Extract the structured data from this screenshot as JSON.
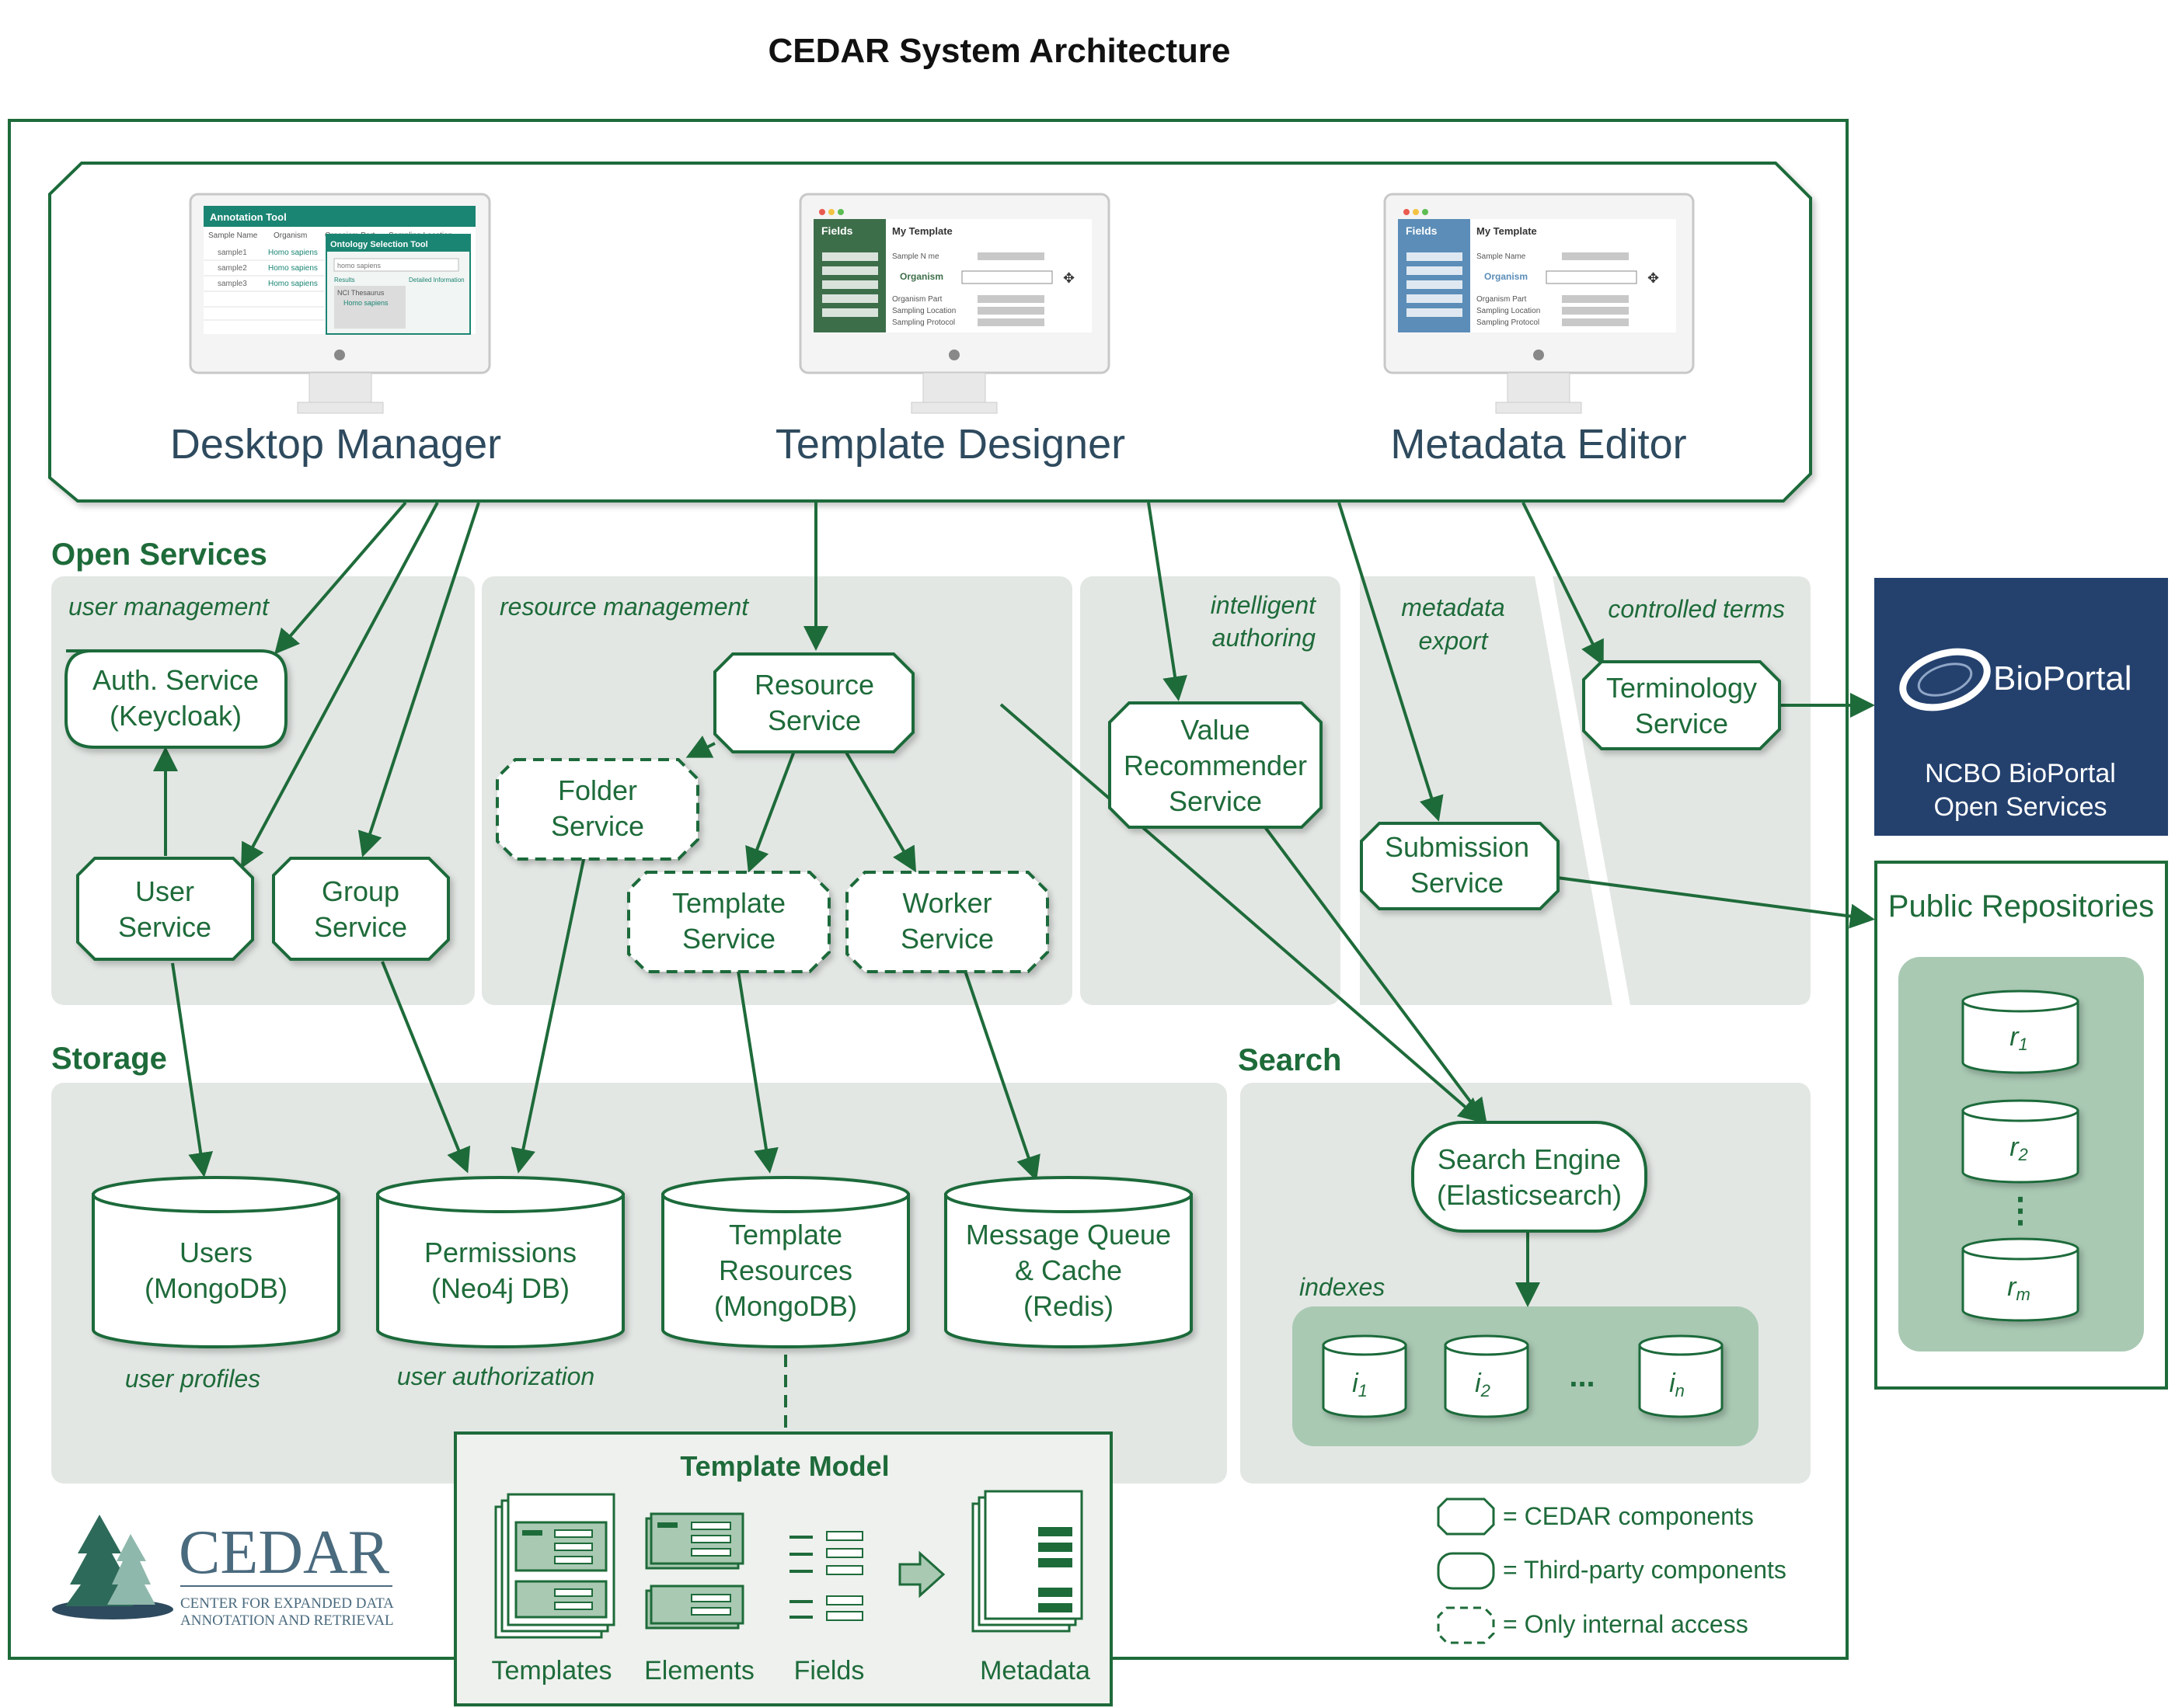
{
  "title": "CEDAR System Architecture",
  "clients": {
    "desktop_manager": "Desktop Manager",
    "template_designer": "Template Designer",
    "metadata_editor": "Metadata Editor"
  },
  "screens": {
    "annotation_tool": "Annotation Tool",
    "sample_name_col": "Sample Name",
    "organism_col": "Organism",
    "organism_part_col": "Organism Part",
    "sampling_location_col": "Sampling Location",
    "rows": [
      {
        "sample": "sample1",
        "organism": "Homo sapiens"
      },
      {
        "sample": "sample2",
        "organism": "Homo sapiens"
      },
      {
        "sample": "sample3",
        "organism": "Homo sapiens"
      }
    ],
    "ontology_tool": "Ontology Selection Tool",
    "search_text": "homo sapiens",
    "results": "Results",
    "detailed_info": "Detailed Information",
    "nci_thesaurus": "NCI Thesaurus",
    "homo_sapiens": "Homo sapiens",
    "fields": "Fields",
    "my_template": "My Template",
    "sample_name_designer": "Sample N  me",
    "sample_name": "Sample Name",
    "organism": "Organism",
    "organism_part": "Organism Part",
    "sampling_location": "Sampling Location",
    "sampling_protocol": "Sampling Protocol"
  },
  "sections": {
    "open_services": "Open Services",
    "storage": "Storage",
    "search": "Search"
  },
  "groups": {
    "user_management": "user management",
    "resource_management": "resource management",
    "intelligent_authoring_1": "intelligent",
    "intelligent_authoring_2": "authoring",
    "metadata_export_1": "metadata",
    "metadata_export_2": "export",
    "controlled_terms": "controlled terms"
  },
  "services": {
    "auth_1": "Auth. Service",
    "auth_2": "(Keycloak)",
    "user_1": "User",
    "user_2": "Service",
    "group_1": "Group",
    "group_2": "Service",
    "resource_1": "Resource",
    "resource_2": "Service",
    "folder_1": "Folder",
    "folder_2": "Service",
    "template_1": "Template",
    "template_2": "Service",
    "worker_1": "Worker",
    "worker_2": "Service",
    "value_1": "Value",
    "value_2": "Recommender",
    "value_3": "Service",
    "submission_1": "Submission",
    "submission_2": "Service",
    "terminology_1": "Terminology",
    "terminology_2": "Service",
    "search_1": "Search Engine",
    "search_2": "(Elasticsearch)"
  },
  "storage": {
    "users_1": "Users",
    "users_2": "(MongoDB)",
    "perm_1": "Permissions",
    "perm_2": "(Neo4j DB)",
    "tres_1": "Template",
    "tres_2": "Resources",
    "tres_3": "(MongoDB)",
    "mq_1": "Message Queue",
    "mq_2": "& Cache",
    "mq_3": "(Redis)",
    "user_profiles": "user profiles",
    "user_authorization": "user authorization"
  },
  "indexes": {
    "label": "indexes",
    "i1": "i",
    "i1_sub": "1",
    "i2": "i",
    "i2_sub": "2",
    "dots": "...",
    "in": "i",
    "in_sub": "n"
  },
  "external": {
    "bioportal_logo": "BioPortal",
    "bioportal_1": "NCBO BioPortal",
    "bioportal_2": "Open Services",
    "public_repos": "Public Repositories",
    "r1": "r",
    "r1_sub": "1",
    "r2": "r",
    "r2_sub": "2",
    "vdots": "⋮",
    "rm": "r",
    "rm_sub": "m"
  },
  "template_model": {
    "title": "Template Model",
    "templates": "Templates",
    "elements": "Elements",
    "fields": "Fields",
    "metadata": "Metadata"
  },
  "legend": {
    "cedar": "= CEDAR components",
    "third_party": "= Third-party components",
    "internal": "= Only internal access"
  },
  "logo": {
    "name": "CEDAR",
    "sub_1": "CENTER FOR EXPANDED DATA",
    "sub_2": "ANNOTATION AND RETRIEVAL"
  },
  "colors": {
    "green_dark": "#1e6b3a",
    "panel_gray": "#e3e7e4",
    "storage_green": "#a9c9b3",
    "bioportal_blue": "#24416e",
    "app_title": "#2e4a5e"
  }
}
